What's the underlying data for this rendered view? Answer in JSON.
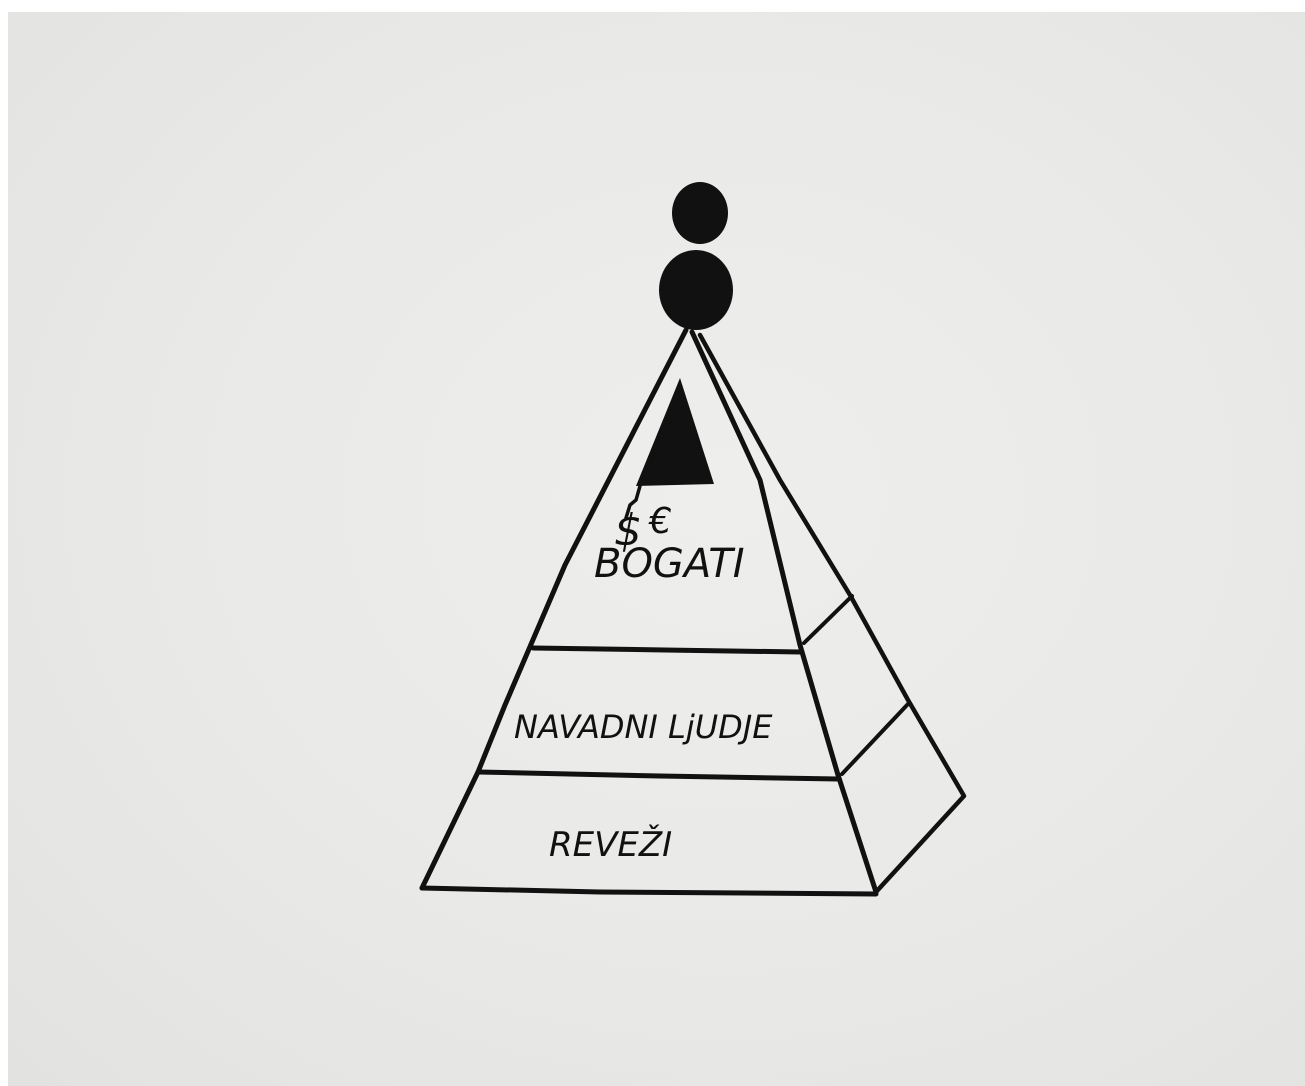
{
  "pyramid": {
    "top_symbols": [
      "$",
      "€"
    ],
    "levels": [
      {
        "label": "BOGATI"
      },
      {
        "label": "NAVADNI LjUDJE"
      },
      {
        "label": "REVEŽI"
      }
    ]
  },
  "colors": {
    "ink": "#111111",
    "paper": "#e9e9e7"
  }
}
